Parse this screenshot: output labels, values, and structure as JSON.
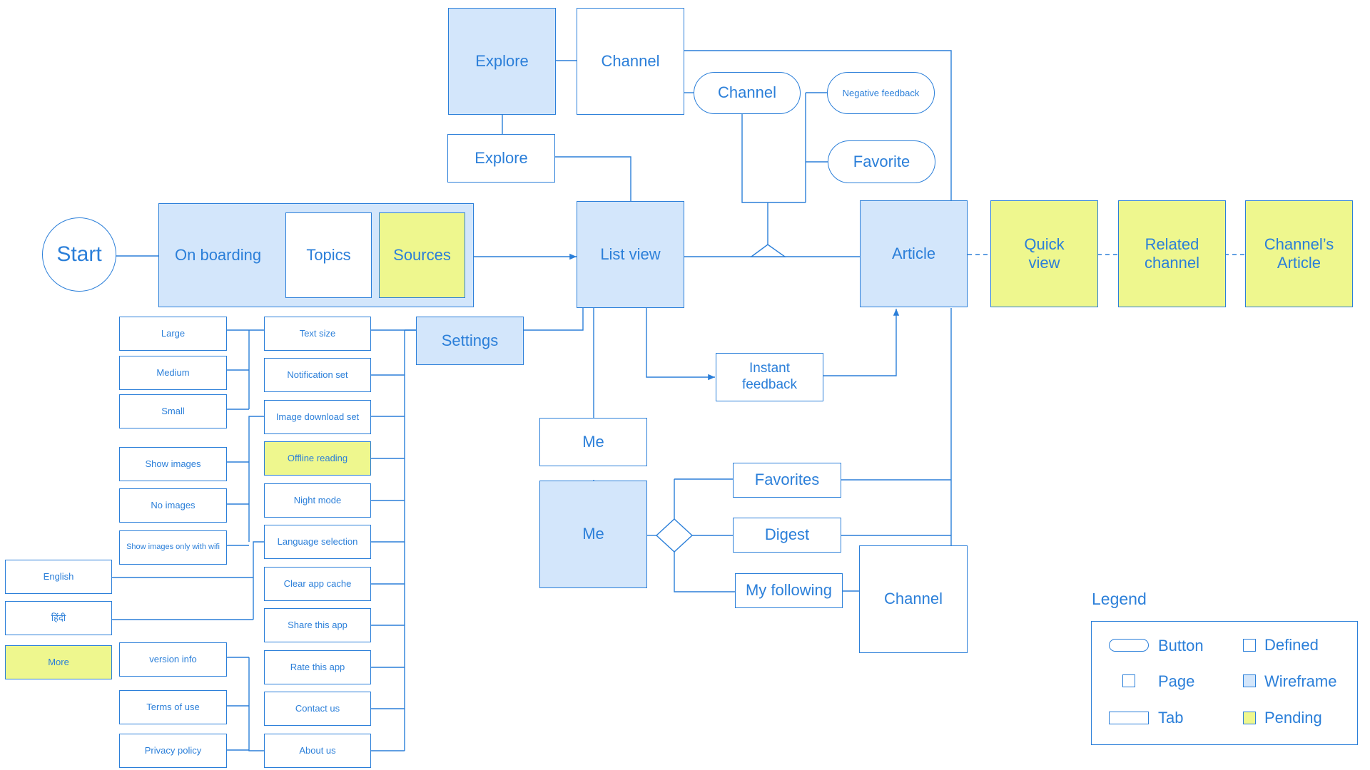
{
  "diagram": {
    "start": "Start",
    "onboarding": {
      "title": "On boarding",
      "topics": "Topics",
      "sources": "Sources"
    },
    "explore_page": "Explore",
    "explore_tab": "Explore",
    "channel_page_top": "Channel",
    "channel_button": "Channel",
    "negative_feedback": "Negative feedback",
    "favorite": "Favorite",
    "list_view": "List view",
    "article": "Article",
    "quick_view": "Quick\nview",
    "related_channel": "Related\nchannel",
    "channels_article": "Channel’s\nArticle",
    "instant_feedback": "Instant\nfeedback",
    "settings": "Settings",
    "me_tab": "Me",
    "me_page": "Me",
    "favorites": "Favorites",
    "digest": "Digest",
    "my_following": "My following",
    "channel_page_bottom": "Channel",
    "settings_items": {
      "text_size": "Text size",
      "notification_set": "Notification set",
      "image_download_set": "Image download set",
      "offline_reading": "Offline reading",
      "night_mode": "Night mode",
      "language_selection": "Language selection",
      "clear_app_cache": "Clear app cache",
      "share_this_app": "Share this app",
      "rate_this_app": "Rate this app",
      "contact_us": "Contact us",
      "about_us": "About us"
    },
    "text_sizes": {
      "large": "Large",
      "medium": "Medium",
      "small": "Small"
    },
    "image_options": {
      "show_images": "Show images",
      "no_images": "No images",
      "wifi_only": "Show images only with wifi"
    },
    "languages": {
      "english": "English",
      "hindi": "हिंदी",
      "more": "More"
    },
    "about_items": {
      "version_info": "version info",
      "terms_of_use": "Terms of use",
      "privacy_policy": "Privacy policy"
    }
  },
  "legend": {
    "title": "Legend",
    "button": "Button",
    "page": "Page",
    "tab": "Tab",
    "defined": "Defined",
    "wireframe": "Wireframe",
    "pending": "Pending"
  },
  "colors": {
    "stroke": "#2b7fd9",
    "wireframe": "#d3e6fb",
    "pending": "#eef78e",
    "background": "#ffffff"
  }
}
